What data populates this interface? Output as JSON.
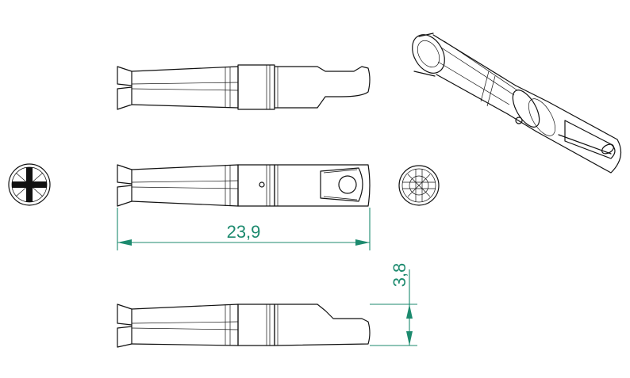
{
  "views": {
    "top": "side-view-top",
    "front": "front-view",
    "bottom": "side-view-bottom",
    "left_end": "end-view-left",
    "right_end": "end-view-right",
    "iso": "isometric-view"
  },
  "dimensions": {
    "length": "23,9",
    "height": "3,8"
  },
  "colors": {
    "line": "#111111",
    "dimension": "#1c8a6e",
    "background": "#ffffff"
  }
}
